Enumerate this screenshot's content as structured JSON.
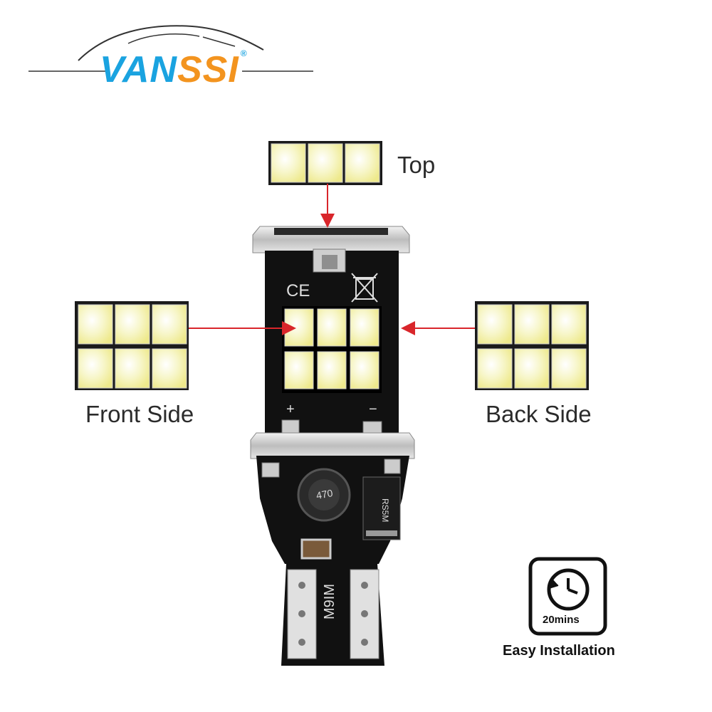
{
  "brand": {
    "name_part1": "VAN",
    "name_part2": "SSI",
    "registered_mark": "®"
  },
  "labels": {
    "top": "Top",
    "front_side": "Front Side",
    "back_side": "Back Side"
  },
  "board": {
    "ce_mark": "CE",
    "plus": "+",
    "minus": "−",
    "inductor": "470",
    "model": "M9IM",
    "diode": "RS5M"
  },
  "badge": {
    "time": "20mins",
    "caption": "Easy Installation"
  },
  "colors": {
    "accent_blue": "#1aa3e0",
    "accent_orange": "#f3941f",
    "arrow_red": "#d9262b",
    "led_yellow": "#f4f1a8"
  }
}
